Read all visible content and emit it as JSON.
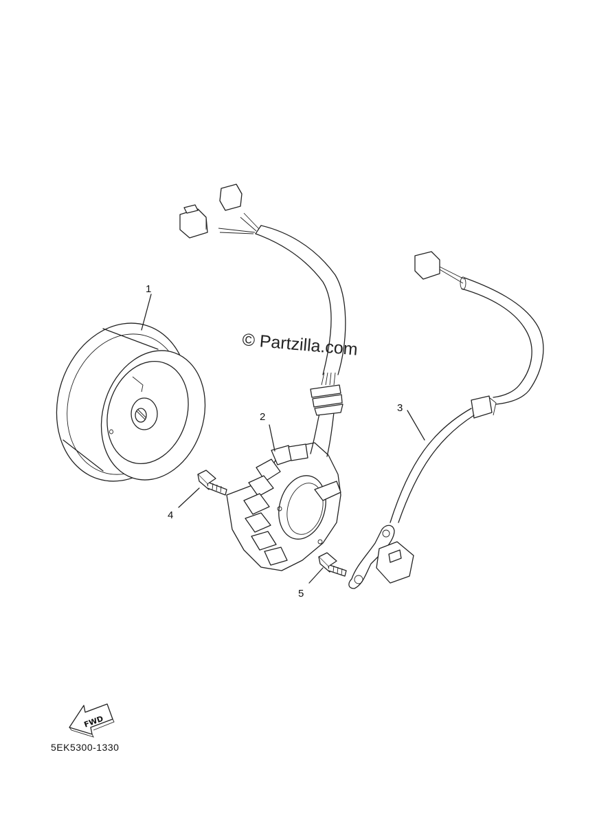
{
  "watermark": "© Partzilla.com",
  "diagram_code": "5EK5300-1330",
  "direction_label": "FWD",
  "callouts": [
    {
      "id": "1",
      "part": "flywheel"
    },
    {
      "id": "2",
      "part": "stator"
    },
    {
      "id": "3",
      "part": "pickup coil"
    },
    {
      "id": "4",
      "part": "bolt"
    },
    {
      "id": "5",
      "part": "bolt"
    }
  ]
}
